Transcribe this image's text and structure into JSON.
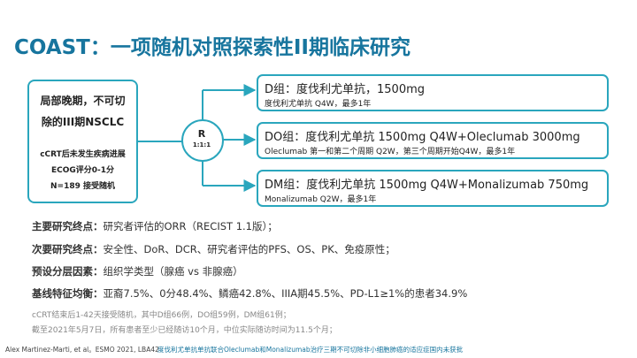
{
  "title": "COAST：一项随机对照探索性II期临床研究",
  "population": {
    "main_line1": "局部晚期，不可切",
    "main_line2": "除的III期NSCLC",
    "detail_line1": "cCRT后未发生疾病进展",
    "detail_line2": "ECOG评分0-1分",
    "detail_line3": "N=189 接受随机"
  },
  "randomization": {
    "label": "R",
    "ratio": "1:1:1"
  },
  "arms": [
    {
      "heading": "D组：度伐利尤单抗，1500mg",
      "detail": "度伐利尤单抗 Q4W，最多1年"
    },
    {
      "heading": "DO组：度伐利尤单抗 1500mg Q4W+Oleclumab 3000mg",
      "detail": "Oleclumab 第一和第二个周期 Q2W，第三个周期开始Q4W，最多1年"
    },
    {
      "heading": "DM组：度伐利尤单抗 1500mg Q4W+Monalizumab 750mg",
      "detail": "Monalizumab Q2W，最多1年"
    }
  ],
  "endpoints": [
    {
      "label": "主要研究终点：",
      "value": "研究者评估的ORR（RECIST 1.1版）；"
    },
    {
      "label": "次要研究终点：",
      "value": "安全性、DoR、DCR、研究者评估的PFS、OS、PK、免疫原性；"
    },
    {
      "label": "预设分层因素：",
      "value": "组织学类型（腺癌 vs 非腺癌）"
    },
    {
      "label": "基线特征均衡：",
      "value": "亚裔7.5%、0分48.4%、鳞癌42.8%、IIIA期45.5%、PD-L1≥1%的患者34.9%"
    }
  ],
  "notes": [
    "cCRT结束后1-42天接受随机，其中D组66例，DO组59例，DM组61例；",
    "截至2021年5月7日，所有患者至少已经随访10个月，中位实际随访时间为11.5个月；"
  ],
  "footer": {
    "reference": "Alex Martinez-Marti, et al。ESMO 2021, LBA42",
    "study_title": "度伐利尤单抗单抗联合Oleclumab和Monalizumab治疗三期不可切除非小细胞肺癌的适应症国内未获批"
  },
  "colors": {
    "title": "#17759e",
    "box_border": "#2aa6bd",
    "connector": "#2aa6bd"
  }
}
